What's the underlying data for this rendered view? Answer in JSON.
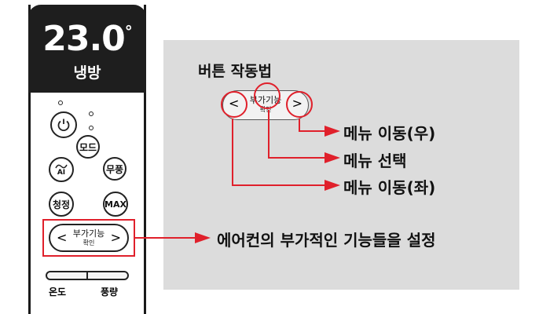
{
  "remote": {
    "temperature": "23.0",
    "degree": "°",
    "mode": "냉방",
    "power_icon": "power-icon",
    "buttons": {
      "mode": "모드",
      "ai": "AI",
      "no_wind": "무풍",
      "clean": "청정",
      "max": "MAX"
    },
    "function_button": {
      "line1": "부가기능",
      "line2": "확인",
      "left": "<",
      "right": ">"
    },
    "bottom": {
      "temp_label": "온도",
      "fan_label": "풍량"
    }
  },
  "panel": {
    "title": "버튼 작동법",
    "mini_button": {
      "line1": "부가기능",
      "line2": "확인",
      "left": "<",
      "right": ">"
    },
    "labels": {
      "move_right": "메뉴 이동(우)",
      "select": "메뉴 선택",
      "move_left": "메뉴 이동(좌)"
    }
  },
  "description": "에어컨의 부가적인 기능들을 설정",
  "colors": {
    "accent": "#e0202b",
    "panel_bg": "#dcdcdc",
    "screen_bg": "#1e1e1e"
  }
}
